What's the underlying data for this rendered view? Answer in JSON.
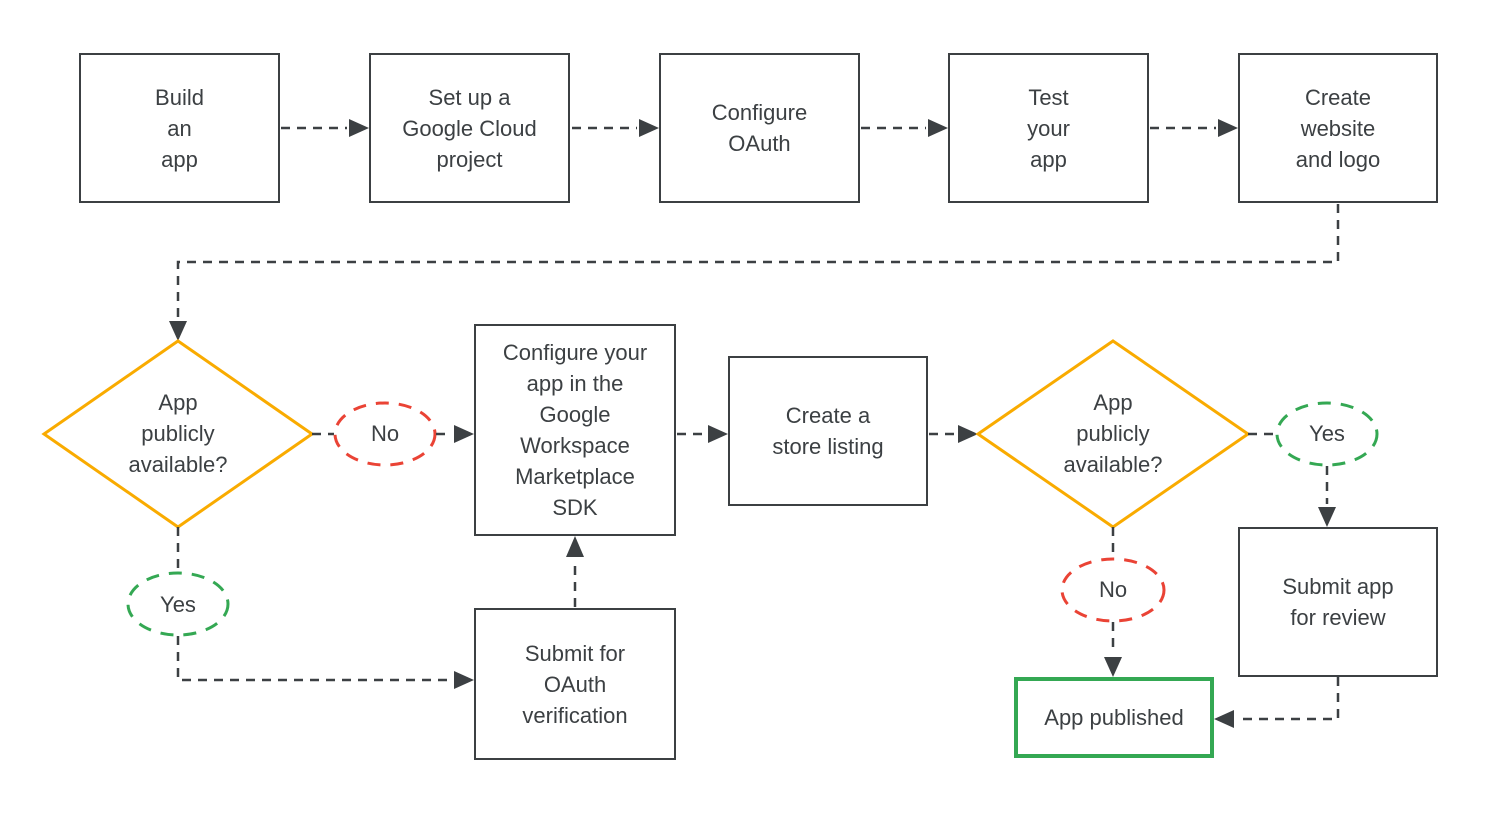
{
  "colors": {
    "line": "#3c4043",
    "text": "#3c4043",
    "decision_outline": "#f9ab00",
    "no_outline": "#ea4335",
    "yes_outline": "#34a853",
    "published_outline": "#34a853",
    "node_fill": "#ffffff",
    "background": "#ffffff"
  },
  "nodes": {
    "build_app": {
      "label": "Build\nan\napp"
    },
    "cloud_project": {
      "label": "Set up a\nGoogle Cloud\nproject"
    },
    "configure_oauth": {
      "label": "Configure\nOAuth"
    },
    "test_app": {
      "label": "Test\nyour\napp"
    },
    "create_website": {
      "label": "Create\nwebsite\nand logo"
    },
    "decision_public_1": {
      "label": "App\npublicly\navailable?"
    },
    "no_1": {
      "label": "No"
    },
    "yes_1": {
      "label": "Yes"
    },
    "sdk_configure": {
      "label": "Configure your\napp in the\nGoogle\nWorkspace\nMarketplace\nSDK"
    },
    "store_listing": {
      "label": "Create a\nstore listing"
    },
    "decision_public_2": {
      "label": "App\npublicly\navailable?"
    },
    "yes_2": {
      "label": "Yes"
    },
    "no_2": {
      "label": "No"
    },
    "submit_review": {
      "label": "Submit app\nfor review"
    },
    "oauth_verification": {
      "label": "Submit for\nOAuth\nverification"
    },
    "app_published": {
      "label": "App published"
    }
  }
}
